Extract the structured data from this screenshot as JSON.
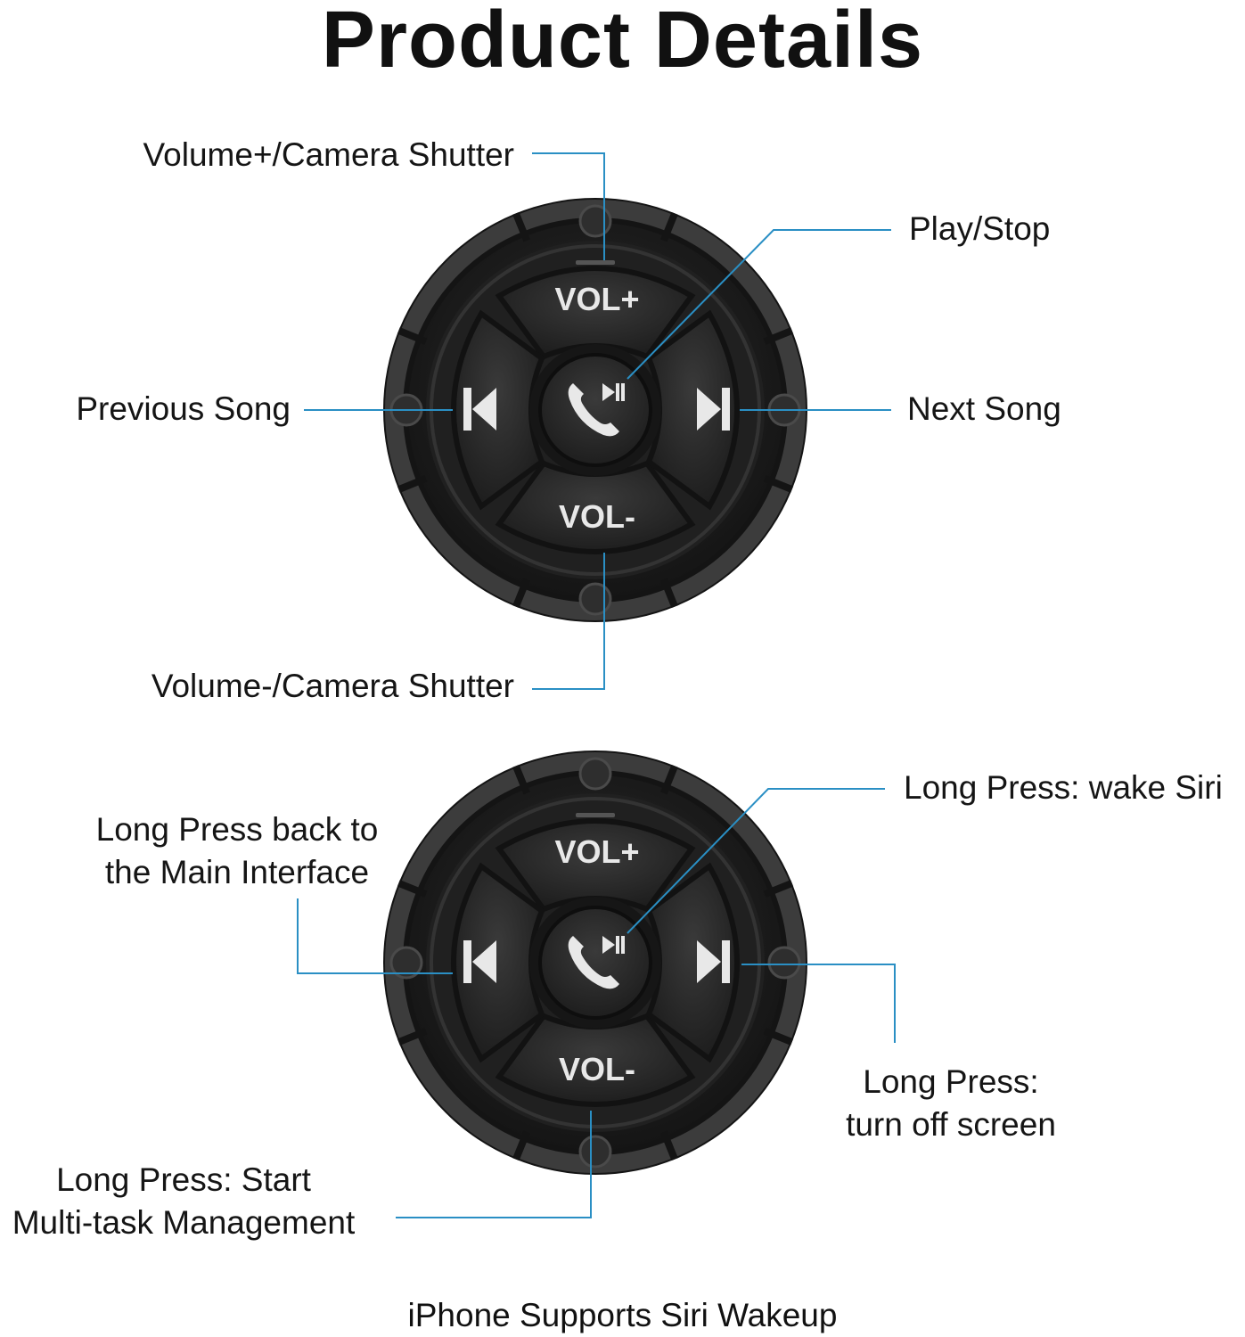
{
  "title": "Product Details",
  "remote_top": {
    "labels": {
      "vol_up": "Volume+/Camera Shutter",
      "play": "Play/Stop",
      "prev": "Previous Song",
      "next": "Next Song",
      "vol_down": "Volume-/Camera Shutter"
    }
  },
  "remote_bottom": {
    "labels": {
      "siri": "Long Press: wake Siri",
      "main_line1": "Long Press back to",
      "main_line2": "the Main Interface",
      "screen_line1": "Long Press:",
      "screen_line2": "turn off screen",
      "multitask_line1": "Long Press: Start",
      "multitask_line2": "Multi-task Management"
    }
  },
  "buttons": {
    "vol_up": "VOL+",
    "vol_down": "VOL-"
  },
  "footer": "iPhone Supports Siri Wakeup",
  "colors": {
    "leader_line": "#2a8fc4",
    "body": "#1c1c1c",
    "rim": "#3a3a3a",
    "key": "#262626",
    "icon": "#e8e8e8"
  },
  "icons": [
    "prev-track-icon",
    "next-track-icon",
    "phone-play-pause-icon"
  ]
}
